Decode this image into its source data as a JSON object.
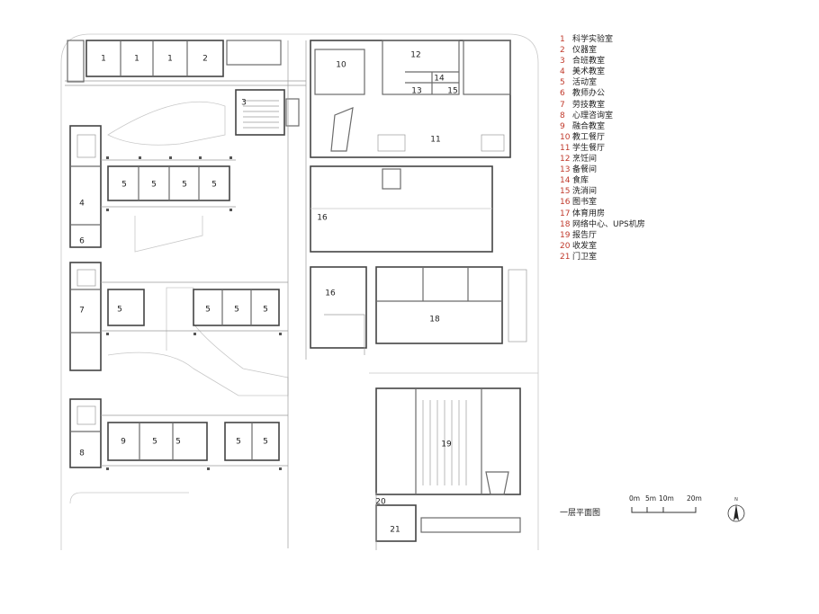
{
  "rooms": [
    {
      "id": "1a",
      "label": "1"
    },
    {
      "id": "1b",
      "label": "1"
    },
    {
      "id": "1c",
      "label": "1"
    },
    {
      "id": "2",
      "label": "2"
    },
    {
      "id": "3",
      "label": "3"
    },
    {
      "id": "4",
      "label": "4"
    },
    {
      "id": "5a",
      "label": "5"
    },
    {
      "id": "5b",
      "label": "5"
    },
    {
      "id": "5c",
      "label": "5"
    },
    {
      "id": "5d",
      "label": "5"
    },
    {
      "id": "5e",
      "label": "5"
    },
    {
      "id": "5f",
      "label": "5"
    },
    {
      "id": "5g",
      "label": "5"
    },
    {
      "id": "5h",
      "label": "5"
    },
    {
      "id": "5i",
      "label": "5"
    },
    {
      "id": "5j",
      "label": "5"
    },
    {
      "id": "5k",
      "label": "5"
    },
    {
      "id": "5l",
      "label": "5"
    },
    {
      "id": "6",
      "label": "6"
    },
    {
      "id": "7",
      "label": "7"
    },
    {
      "id": "8",
      "label": "8"
    },
    {
      "id": "9",
      "label": "9"
    },
    {
      "id": "10",
      "label": "10"
    },
    {
      "id": "11",
      "label": "11"
    },
    {
      "id": "12",
      "label": "12"
    },
    {
      "id": "13",
      "label": "13"
    },
    {
      "id": "14",
      "label": "14"
    },
    {
      "id": "15",
      "label": "15"
    },
    {
      "id": "16a",
      "label": "16"
    },
    {
      "id": "16b",
      "label": "16"
    },
    {
      "id": "18",
      "label": "18"
    },
    {
      "id": "19",
      "label": "19"
    },
    {
      "id": "20",
      "label": "20"
    },
    {
      "id": "21",
      "label": "21"
    }
  ],
  "legend": [
    {
      "num": "1",
      "text": "科学实验室"
    },
    {
      "num": "2",
      "text": "仪器室"
    },
    {
      "num": "3",
      "text": "合班教室"
    },
    {
      "num": "4",
      "text": "美术教室"
    },
    {
      "num": "5",
      "text": "活动室"
    },
    {
      "num": "6",
      "text": "教师办公"
    },
    {
      "num": "7",
      "text": "劳技教室"
    },
    {
      "num": "8",
      "text": "心理咨询室"
    },
    {
      "num": "9",
      "text": "融合教室"
    },
    {
      "num": "10",
      "text": "教工餐厅"
    },
    {
      "num": "11",
      "text": "学生餐厅"
    },
    {
      "num": "12",
      "text": "烹饪间"
    },
    {
      "num": "13",
      "text": "备餐间"
    },
    {
      "num": "14",
      "text": "食库"
    },
    {
      "num": "15",
      "text": "洗消间"
    },
    {
      "num": "16",
      "text": "图书室"
    },
    {
      "num": "17",
      "text": "体育用房"
    },
    {
      "num": "18",
      "text": "网络中心、UPS机房"
    },
    {
      "num": "19",
      "text": "报告厅"
    },
    {
      "num": "20",
      "text": "收发室"
    },
    {
      "num": "21",
      "text": "门卫室"
    }
  ],
  "plan_title": "一层平面图",
  "scale": {
    "labels": [
      "0m",
      "5m",
      "10m",
      "20m"
    ]
  },
  "north_label": "N"
}
